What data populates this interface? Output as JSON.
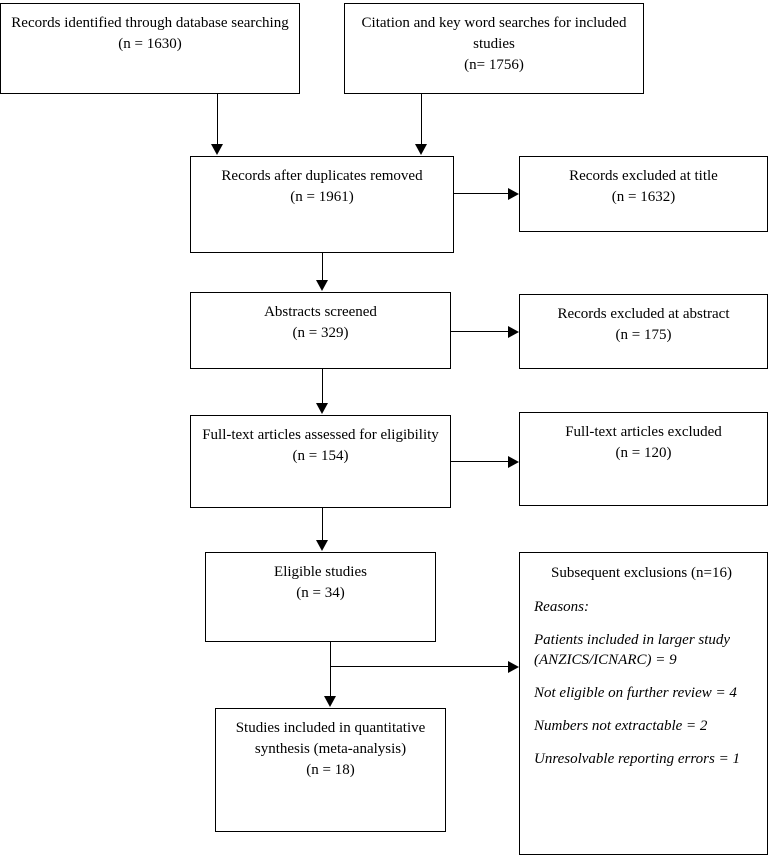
{
  "diagram": {
    "title": "PRISMA study selection flow diagram",
    "type": "flowchart",
    "line_color": "#000000",
    "background_color": "#ffffff"
  },
  "boxes": {
    "database_search": {
      "text": "Records identified through database searching\n(n = 1630)"
    },
    "citation_search": {
      "text": "Citation and key word searches for included studies\n(n= 1756)"
    },
    "duplicates_removed": {
      "text": "Records after duplicates removed\n(n = 1961)"
    },
    "excluded_title": {
      "text": "Records excluded at title\n(n = 1632)"
    },
    "abstracts_screened": {
      "text": "Abstracts screened\n(n = 329)"
    },
    "excluded_abstract": {
      "text": "Records excluded at abstract\n(n = 175)"
    },
    "fulltext_assessed": {
      "text": "Full-text articles assessed for eligibility\n(n = 154)"
    },
    "fulltext_excluded": {
      "text": "Full-text articles excluded\n(n = 120)"
    },
    "eligible_studies": {
      "text": "Eligible studies\n(n = 34)"
    },
    "included_studies": {
      "text": "Studies included in quantitative synthesis (meta-analysis)\n(n = 18)"
    }
  },
  "exclusions_panel": {
    "heading": "Subsequent exclusions (n=16)",
    "reasons_label": "Reasons:",
    "reasons": [
      "Patients included in larger study (ANZICS/ICNARC) = 9",
      "Not eligible on further review = 4",
      "Numbers not extractable = 2",
      "Unresolvable reporting errors = 1"
    ]
  }
}
